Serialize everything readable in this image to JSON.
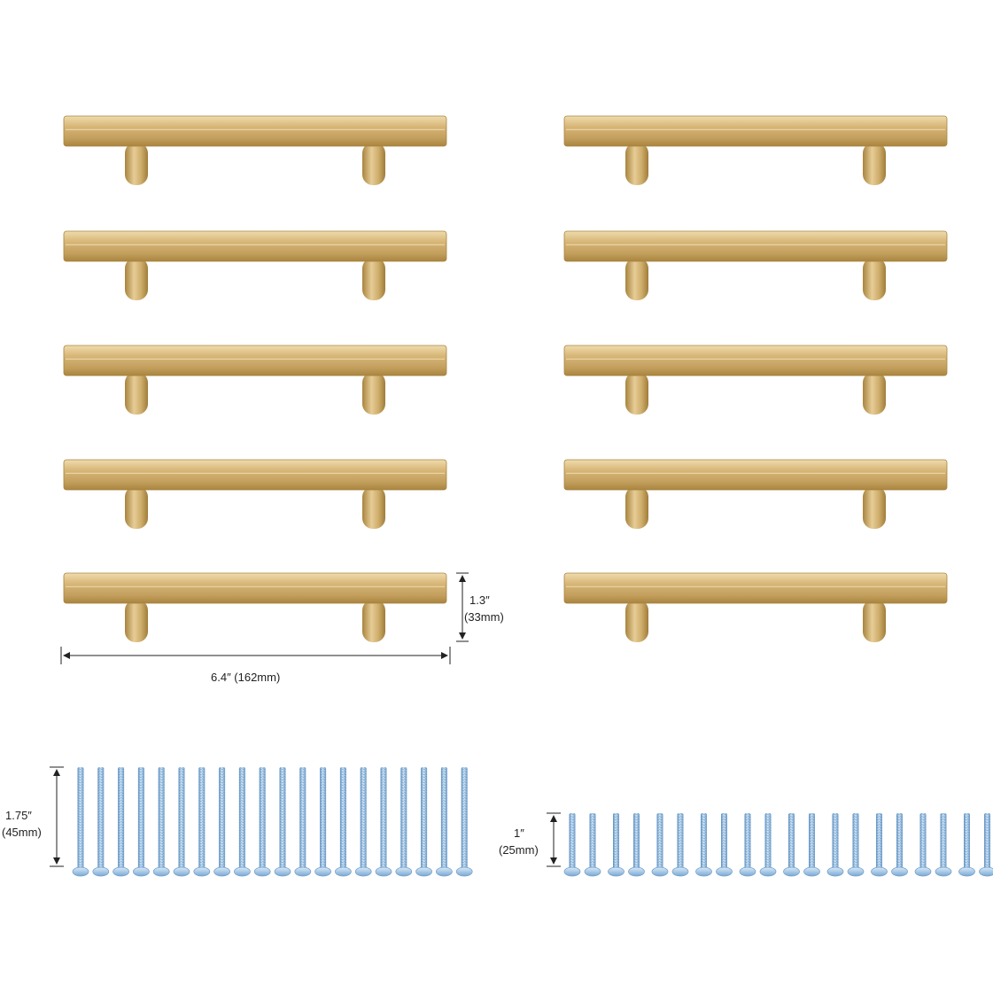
{
  "product": {
    "handle_count": 10,
    "long_screw_count": 20,
    "short_screw_count": 20,
    "colors": {
      "brass_light": "#e2c792",
      "brass_mid": "#c9a565",
      "brass_dark": "#9c7a3e",
      "screw_light": "#cfe4f5",
      "screw_mid": "#8fbde6",
      "screw_dark": "#5a8fc2",
      "dimension_line": "#222222"
    }
  },
  "dimensions": {
    "handle_height_imperial": "1.3″",
    "handle_height_metric": "(33mm)",
    "handle_length": "6.4″ (162mm)",
    "long_screw_imperial": "1.75″",
    "long_screw_metric": "(45mm)",
    "short_screw_imperial": "1″",
    "short_screw_metric": "(25mm)"
  }
}
